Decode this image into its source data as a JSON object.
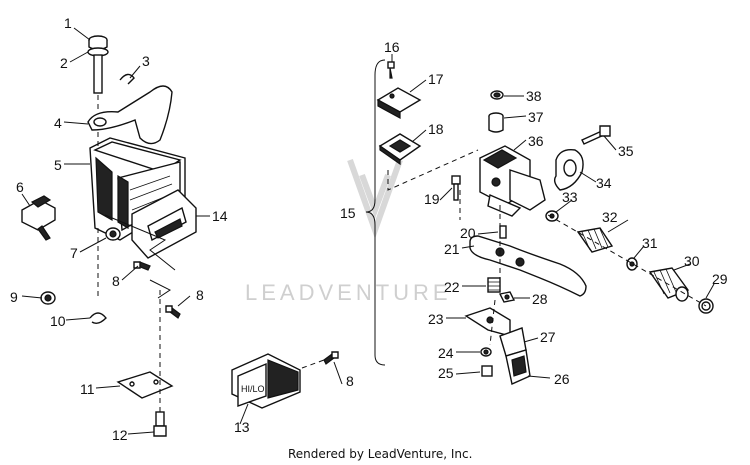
{
  "watermark": "LEADVENTURE",
  "footer": "Rendered by LeadVenture, Inc.",
  "switch_label": "HI/LO",
  "callouts": {
    "c1": "1",
    "c2": "2",
    "c3": "3",
    "c4": "4",
    "c5": "5",
    "c6": "6",
    "c7": "7",
    "c8a": "8",
    "c8b": "8",
    "c8c": "8",
    "c9": "9",
    "c10": "10",
    "c11": "11",
    "c12": "12",
    "c13": "13",
    "c14": "14",
    "c15": "15",
    "c16": "16",
    "c17": "17",
    "c18": "18",
    "c19": "19",
    "c20": "20",
    "c21": "21",
    "c22": "22",
    "c23": "23",
    "c24": "24",
    "c25": "25",
    "c26": "26",
    "c27": "27",
    "c28": "28",
    "c29": "29",
    "c30": "30",
    "c31": "31",
    "c32": "32",
    "c33": "33",
    "c34": "34",
    "c35": "35",
    "c36": "36",
    "c37": "37",
    "c38": "38"
  }
}
